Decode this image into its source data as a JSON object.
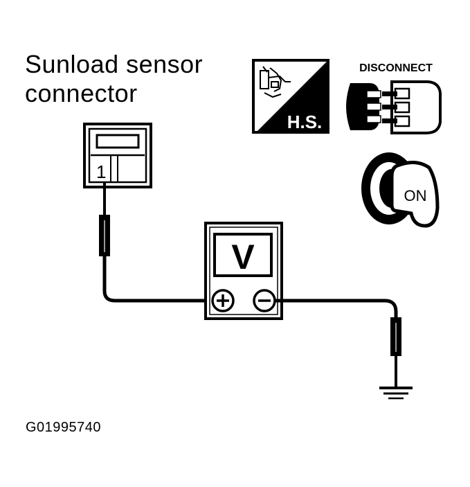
{
  "title": {
    "line1": "Sunload sensor",
    "line2": "connector"
  },
  "connector": {
    "terminal": "1"
  },
  "meter": {
    "display": "V"
  },
  "icons": {
    "harness_label": "H.S.",
    "disconnect_label": "DISCONNECT",
    "ignition_label": "ON"
  },
  "figure_id": "G01995740"
}
